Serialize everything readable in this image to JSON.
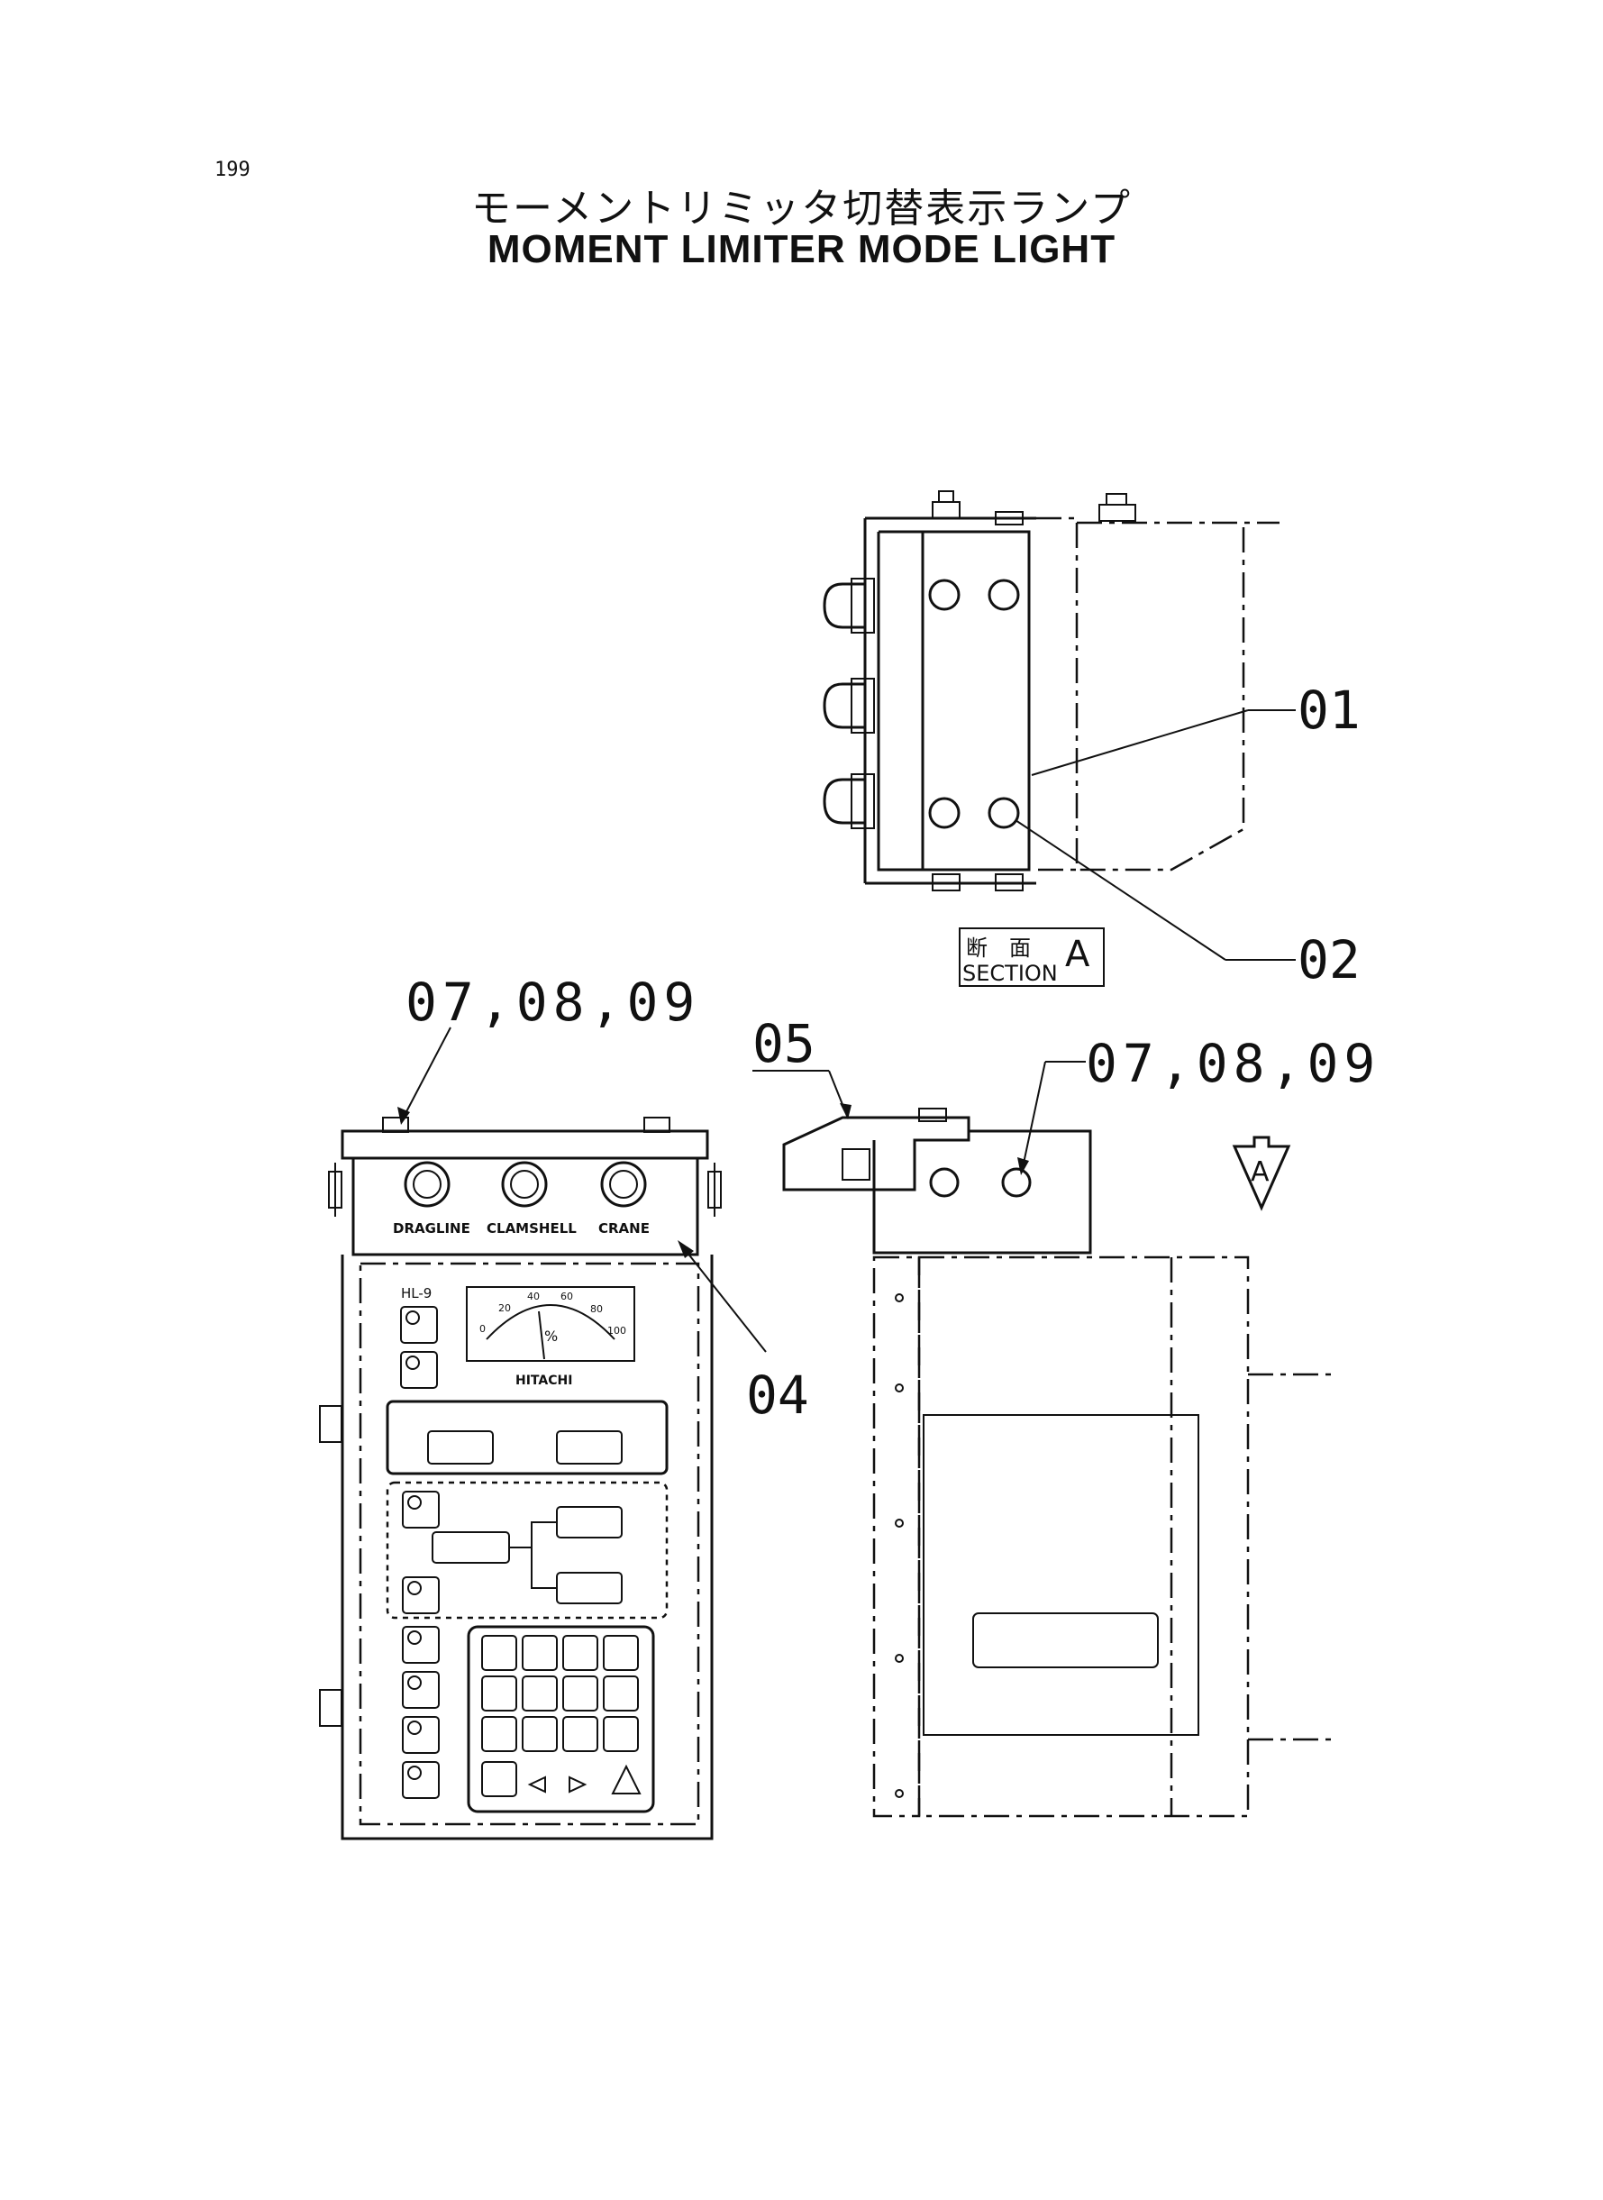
{
  "page": {
    "number": "199"
  },
  "title": {
    "japanese": "モーメントリミッタ切替表示ランプ",
    "english": "MOMENT LIMITER MODE LIGHT"
  },
  "callouts": {
    "part_01": "01",
    "part_02": "02",
    "part_04": "04",
    "part_05": "05",
    "parts_07_08_09_left": "07,08,09",
    "parts_07_08_09_right": "07,08,09"
  },
  "section_label": {
    "japanese": "断　面",
    "letter": "A",
    "english": "SECTION"
  },
  "view_arrow_letter": "A",
  "panel": {
    "lamp_labels": [
      "DRAGLINE",
      "CLAMSHELL",
      "CRANE"
    ],
    "model": "HL-9",
    "brand": "HITACHI",
    "gauge_ticks": [
      "0",
      "20",
      "40",
      "60",
      "80",
      "100"
    ],
    "gauge_unit": "%"
  }
}
